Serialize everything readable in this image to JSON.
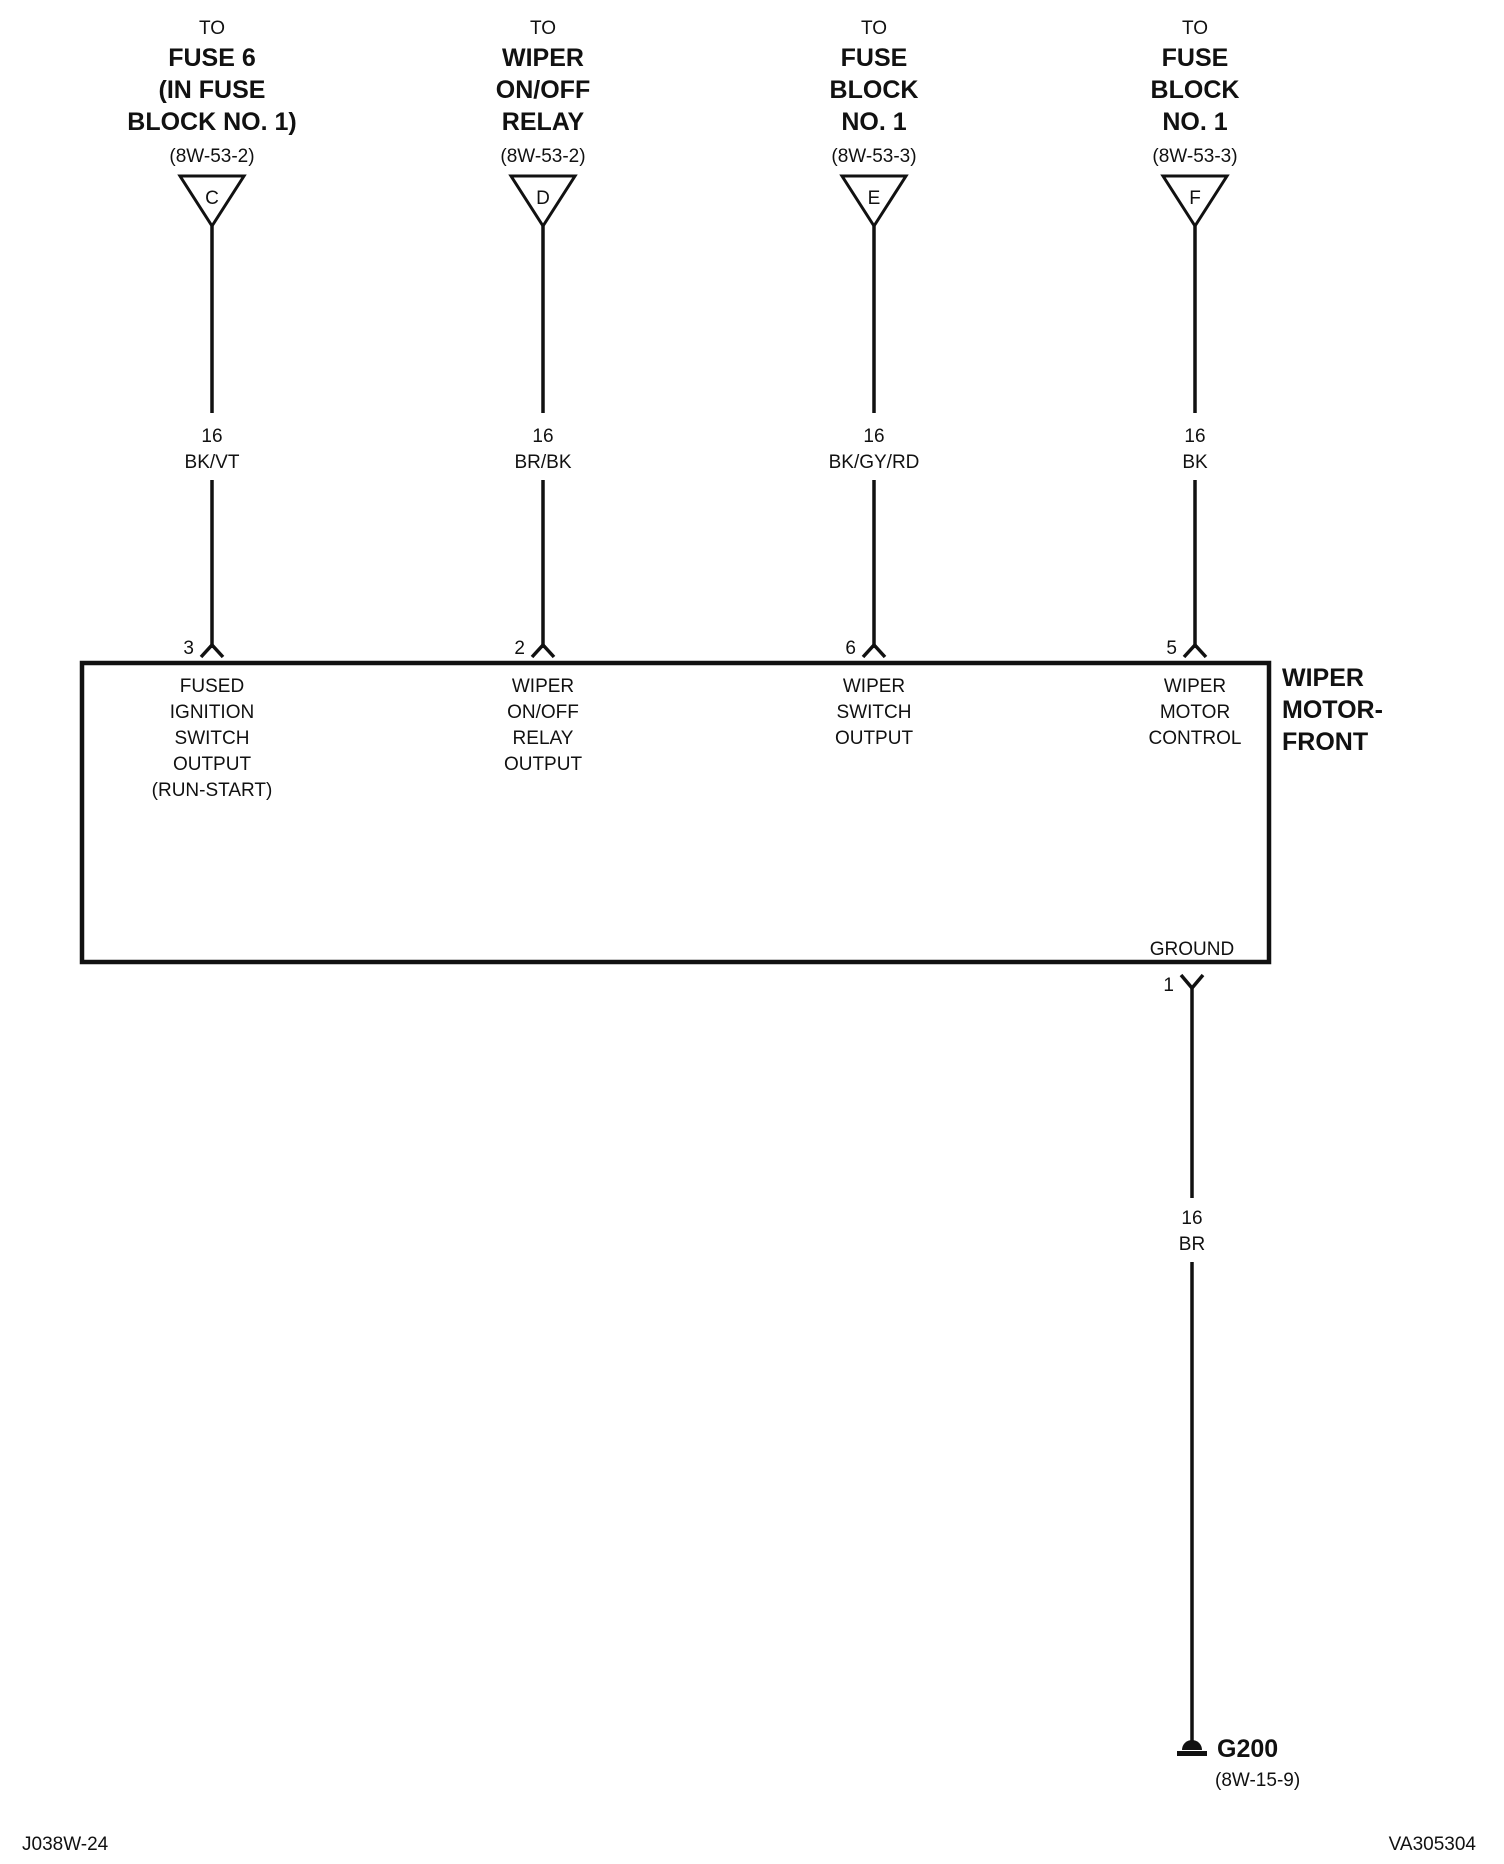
{
  "connectors": [
    {
      "to_label": "TO",
      "destination": [
        "FUSE 6",
        "(IN FUSE",
        "BLOCK NO. 1)"
      ],
      "ref": "(8W-53-2)",
      "splice_letter": "C",
      "wire_gauge": "16",
      "wire_color": "BK/VT",
      "pin": "3",
      "function": [
        "FUSED",
        "IGNITION",
        "SWITCH",
        "OUTPUT",
        "(RUN-START)"
      ]
    },
    {
      "to_label": "TO",
      "destination": [
        "WIPER",
        "ON/OFF",
        "RELAY"
      ],
      "ref": "(8W-53-2)",
      "splice_letter": "D",
      "wire_gauge": "16",
      "wire_color": "BR/BK",
      "pin": "2",
      "function": [
        "WIPER",
        "ON/OFF",
        "RELAY",
        "OUTPUT"
      ]
    },
    {
      "to_label": "TO",
      "destination": [
        "FUSE",
        "BLOCK",
        "NO. 1"
      ],
      "ref": "(8W-53-3)",
      "splice_letter": "E",
      "wire_gauge": "16",
      "wire_color": "BK/GY/RD",
      "pin": "6",
      "function": [
        "WIPER",
        "SWITCH",
        "OUTPUT"
      ]
    },
    {
      "to_label": "TO",
      "destination": [
        "FUSE",
        "BLOCK",
        "NO. 1"
      ],
      "ref": "(8W-53-3)",
      "splice_letter": "F",
      "wire_gauge": "16",
      "wire_color": "BK",
      "pin": "5",
      "function": [
        "WIPER",
        "MOTOR",
        "CONTROL"
      ]
    }
  ],
  "component": {
    "name": [
      "WIPER",
      "MOTOR-",
      "FRONT"
    ]
  },
  "ground": {
    "function": "GROUND",
    "pin": "1",
    "wire_gauge": "16",
    "wire_color": "BR",
    "id": "G200",
    "ref": "(8W-15-9)"
  },
  "footer": {
    "left_code": "J038W-24",
    "right_code": "VA305304"
  }
}
